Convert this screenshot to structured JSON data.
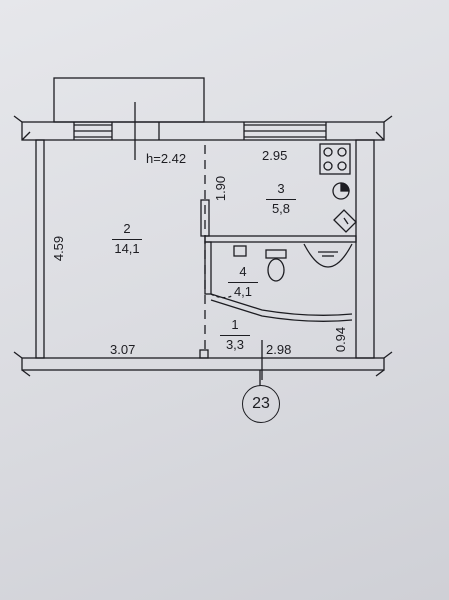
{
  "ceiling_height": "h=2.42",
  "rooms": [
    {
      "number": "1",
      "area": "3,3"
    },
    {
      "number": "2",
      "area": "14,1"
    },
    {
      "number": "3",
      "area": "5,8"
    },
    {
      "number": "4",
      "area": "4,1"
    }
  ],
  "dimensions": {
    "room2_depth": "4.59",
    "room2_width": "3.07",
    "kitchen_width": "2.95",
    "kitchen_depth": "1.90",
    "hall_width": "2.98",
    "hall_depth": "0.94"
  },
  "apartment_number": "23"
}
